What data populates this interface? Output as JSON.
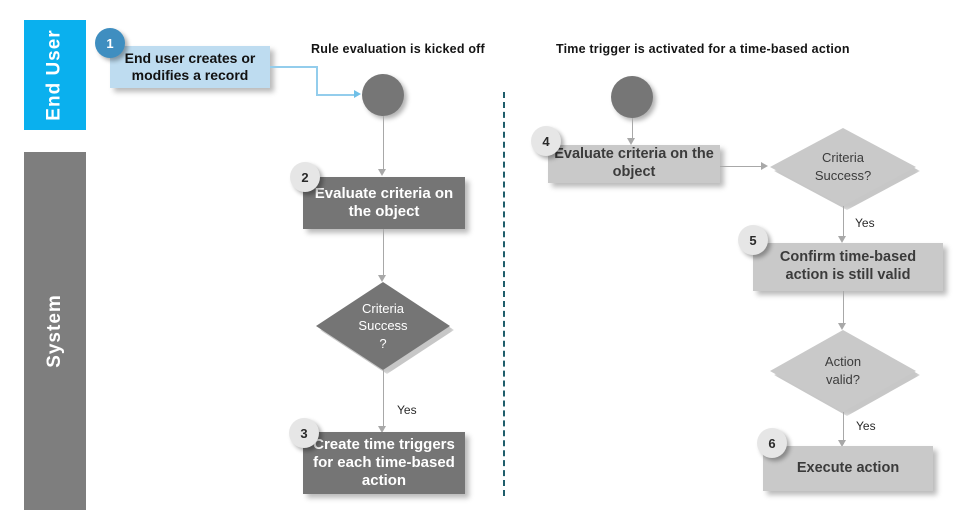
{
  "diagram": {
    "title_left": "Rule evaluation is kicked off",
    "title_right": "Time trigger is activated for a time-based action",
    "lanes": [
      {
        "id": "end-user",
        "label": "End User",
        "color": "#0ab0ee"
      },
      {
        "id": "system",
        "label": "System",
        "color": "#7e7e7e"
      }
    ],
    "colors": {
      "lane_enduser": "#0ab0ee",
      "lane_system": "#7e7e7e",
      "box_blue": "#bedcf0",
      "box_dark": "#757575",
      "box_light": "#c9c9c9",
      "badge_blue": "#3f8ec0",
      "badge_grey": "#e6e6e6",
      "connector": "#a8a8a8",
      "connector_blue": "#93cdec",
      "divider_dashed": "#1f5d6b"
    },
    "nodes": [
      {
        "id": "start-left",
        "type": "start-circle",
        "label": ""
      },
      {
        "id": "start-right",
        "type": "start-circle",
        "label": ""
      },
      {
        "id": "step-1",
        "type": "process",
        "step": "1",
        "style": "blue",
        "label": "End user creates or modifies a record"
      },
      {
        "id": "step-2",
        "type": "process",
        "step": "2",
        "style": "dark",
        "label": "Evaluate criteria on the object"
      },
      {
        "id": "dec-1",
        "type": "decision",
        "style": "dark",
        "line1": "Criteria",
        "line2": "Success",
        "line3": "?"
      },
      {
        "id": "step-3",
        "type": "process",
        "step": "3",
        "style": "dark",
        "label": "Create time triggers for each time-based action"
      },
      {
        "id": "step-4",
        "type": "process",
        "step": "4",
        "style": "light",
        "label": "Evaluate criteria on the object"
      },
      {
        "id": "dec-2",
        "type": "decision",
        "style": "light",
        "line1": "Criteria",
        "line2": "Success?",
        "line3": ""
      },
      {
        "id": "step-5",
        "type": "process",
        "step": "5",
        "style": "light",
        "label": "Confirm time-based action is still valid"
      },
      {
        "id": "dec-3",
        "type": "decision",
        "style": "light",
        "line1": "Action",
        "line2": "valid?",
        "line3": ""
      },
      {
        "id": "step-6",
        "type": "process",
        "step": "6",
        "style": "light",
        "label": "Execute action"
      }
    ],
    "edge_labels": {
      "dec1_yes": "Yes",
      "dec2_yes": "Yes",
      "dec3_yes": "Yes"
    },
    "badges": {
      "one": "1",
      "two": "2",
      "three": "3",
      "four": "4",
      "five": "5",
      "six": "6"
    }
  }
}
